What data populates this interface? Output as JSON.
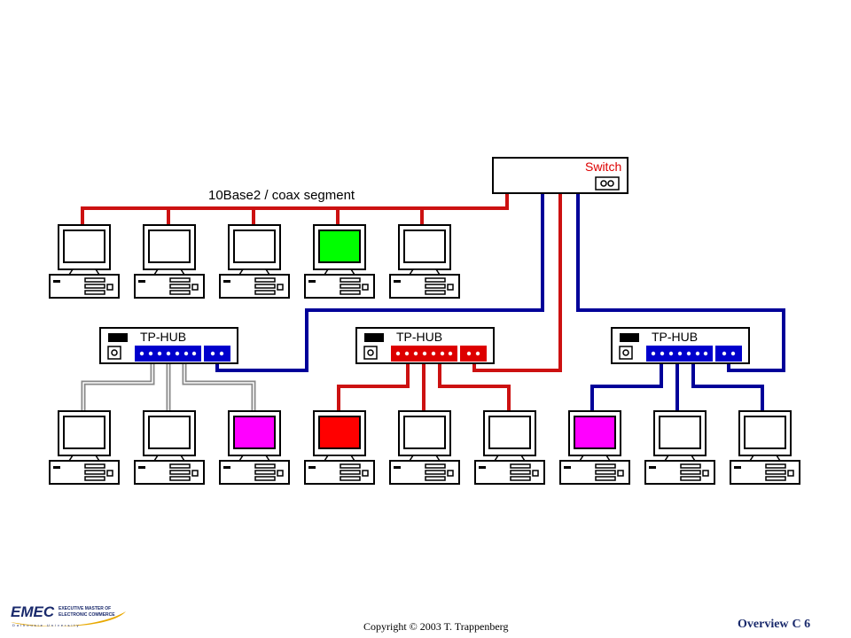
{
  "diagram": {
    "coax_label": "10Base2 / coax segment",
    "switch_label": "Switch",
    "hubs": [
      {
        "label": "TP-HUB",
        "color": "#0000cc"
      },
      {
        "label": "TP-HUB",
        "color": "#dd0000"
      },
      {
        "label": "TP-HUB",
        "color": "#0000cc"
      }
    ],
    "colors": {
      "red_cable": "#cc1111",
      "blue_cable": "#000099",
      "gray_cable": "#888888",
      "screen_green": "#00ff00",
      "screen_red": "#ff0000",
      "screen_magenta": "#ff00ff"
    }
  },
  "footer": {
    "copyright": "Copyright © 2003 T. Trappenberg",
    "section": "Overview",
    "page": "C 6",
    "logo_text": "EMEC",
    "logo_subtitle_1": "EXECUTIVE MASTER OF",
    "logo_subtitle_2": "ELECTRONIC COMMERCE",
    "logo_university": "Dalhousie University"
  }
}
